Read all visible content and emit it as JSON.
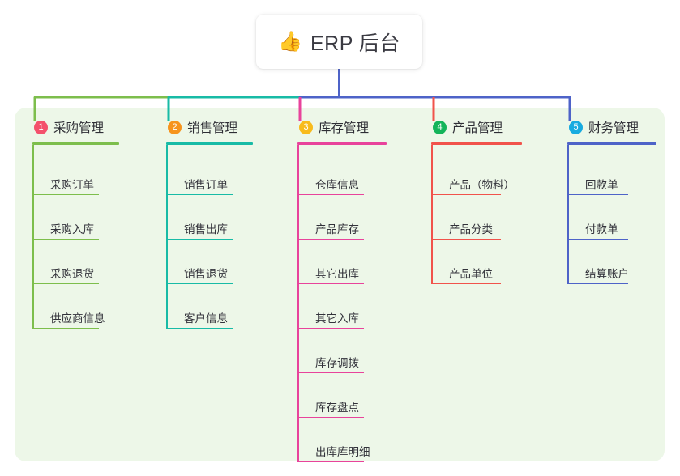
{
  "diagram": {
    "type": "org-chart",
    "root": {
      "icon": "thumbs-up-icon",
      "icon_glyph": "👍",
      "title": "ERP 后台"
    },
    "panel_color": "#EDF7E8",
    "branches": [
      {
        "number": "1",
        "title": "采购管理",
        "badge_color": "#F4516C",
        "line_color": "#7DBE4C",
        "items": [
          "采购订单",
          "采购入库",
          "采购退货",
          "供应商信息"
        ]
      },
      {
        "number": "2",
        "title": "销售管理",
        "badge_color": "#F6941D",
        "line_color": "#18BBA6",
        "items": [
          "销售订单",
          "销售出库",
          "销售退货",
          "客户信息"
        ]
      },
      {
        "number": "3",
        "title": "库存管理",
        "badge_color": "#F8BB1C",
        "line_color": "#E8439B",
        "items": [
          "仓库信息",
          "产品库存",
          "其它出库",
          "其它入库",
          "库存调拨",
          "库存盘点",
          "出库库明细"
        ]
      },
      {
        "number": "4",
        "title": "产品管理",
        "badge_color": "#14B45A",
        "line_color": "#F1534B",
        "items": [
          "产品（物料）",
          "产品分类",
          "产品单位"
        ]
      },
      {
        "number": "5",
        "title": "财务管理",
        "badge_color": "#18ABE0",
        "line_color": "#4E63C8",
        "items": [
          "回款单",
          "付款单",
          "结算账户"
        ]
      }
    ]
  }
}
